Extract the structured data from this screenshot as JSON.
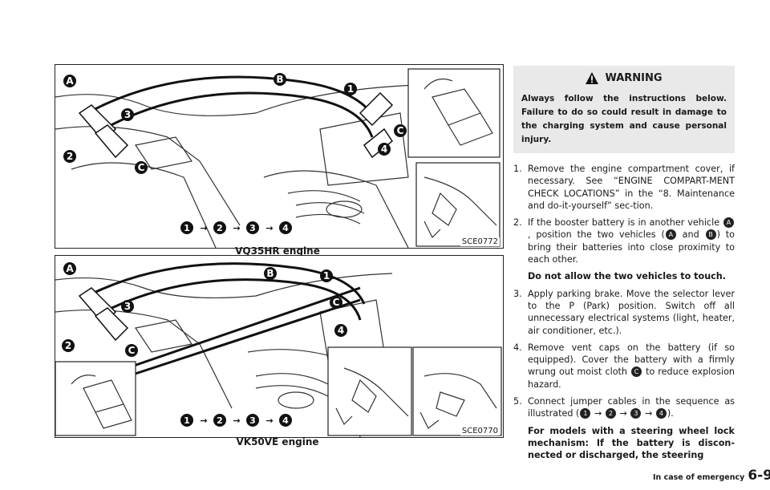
{
  "figures": [
    {
      "code": "SCE0772",
      "caption": "VQ35HR engine",
      "label_a": "A",
      "label_b": "B",
      "label_c": "C",
      "sequence": [
        "1",
        "2",
        "3",
        "4"
      ]
    },
    {
      "code": "SCE0770",
      "caption": "VK50VE engine",
      "label_a": "A",
      "label_b": "B",
      "label_c": "C",
      "sequence": [
        "1",
        "2",
        "3",
        "4"
      ]
    }
  ],
  "warning": {
    "title": "WARNING",
    "text": "Always follow the instructions below. Failure to do so could result in damage to the charging system and cause personal injury."
  },
  "steps": [
    {
      "num": "1.",
      "text": "Remove the engine compartment cover, if necessary. See “ENGINE COMPART-MENT CHECK LOCATIONS” in the “8. Maintenance and do-it-yourself” sec-tion."
    },
    {
      "num": "2.",
      "t1": "If the booster battery is in another vehicle",
      "t2": ", position the two vehicles (",
      "t3": "and",
      "t4": ") to bring their batteries into close proximity to each other.",
      "extra": "Do not allow the two vehicles to touch."
    },
    {
      "num": "3.",
      "text": "Apply parking brake. Move the selector lever to the P (Park) position. Switch off all unnecessary electrical systems (light, heater, air conditioner, etc.)."
    },
    {
      "num": "4.",
      "t1": "Remove vent caps on the battery (if so equipped). Cover the battery with a firmly wrung out moist cloth",
      "t2": "to reduce explosion hazard."
    },
    {
      "num": "5.",
      "t1": "Connect jumper cables in the sequence as illustrated (",
      "arrow": "→",
      "t2": ").",
      "extra": "For models with a steering wheel lock mechanism: If the battery is discon-nected or discharged, the steering"
    }
  ],
  "markers": {
    "a": "A",
    "b": "B",
    "c": "C",
    "n1": "1",
    "n2": "2",
    "n3": "3",
    "n4": "4"
  },
  "footer": {
    "section": "In case of emergency",
    "page": "6-9"
  }
}
